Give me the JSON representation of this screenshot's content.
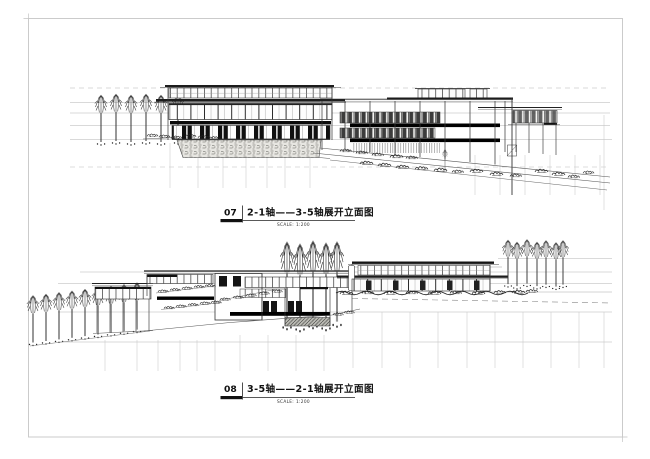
{
  "sheet": {
    "type_note": "architectural elevation sheet",
    "figures": [
      {
        "number": "07",
        "title": "2-1轴——3-5轴展开立面图",
        "scale_label": "SCALE:",
        "scale_value": "1:200"
      },
      {
        "number": "08",
        "title": "3-5轴——2-1轴展开立面图",
        "scale_label": "SCALE:",
        "scale_value": "1:200"
      }
    ],
    "colors": {
      "background": "#ffffff",
      "drawing_line": "#2d2d2d",
      "dark_fill": "#0b0b0b",
      "reference_line": "#b4b4b4",
      "grid_line": "#c4c4c4",
      "frame": "#cbcbcb",
      "stone_fill": "#e7e6e1"
    }
  }
}
